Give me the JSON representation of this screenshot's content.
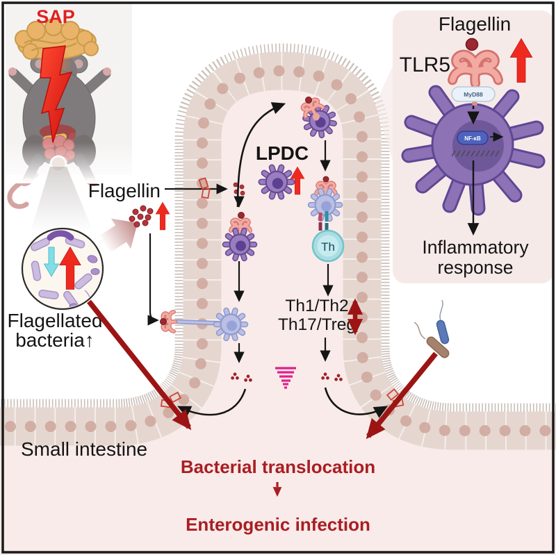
{
  "figure": {
    "type": "scientific-pathway-diagram",
    "topic": "SAP-driven flagellin/TLR5 signaling in small intestine leading to bacterial translocation"
  },
  "labels": {
    "sap": "SAP",
    "flagellin": "Flagellin",
    "flagellated_line1": "Flagellated",
    "flagellated_line2": "bacteria↑",
    "lpdc": "LPDC",
    "th_cell": "Th",
    "th1_th2": "Th1/Th2",
    "th17_treg": "Th17/Treg",
    "small_intestine": "Small intestine",
    "bacterial_translocation": "Bacterial translocation",
    "enterogenic_infection": "Enterogenic infection"
  },
  "panel": {
    "flagellin": "Flagellin",
    "tlr5": "TLR5",
    "myd88": "MyD88",
    "nfkb": "NF-κB",
    "inflammatory_line1": "Inflammatory",
    "inflammatory_line2": "response"
  },
  "icons": {
    "up_arrow": "red increase arrow",
    "down_arrow": "cyan decrease arrow",
    "double_arrow": "dark-red imbalance double arrow",
    "tlr5_receptor": "pink claw receptor with dark-red flagellin ball",
    "tight_junction": "open red squares (disrupted junction)",
    "lightning_bolt": "red bolt (pancreatitis insult)"
  },
  "colors": {
    "dark_red_text": "#a81e23",
    "bright_red": "#ee2a1e",
    "magenta": "#e0218a",
    "purple_dc": "#9a7cc0",
    "periwinkle_dc": "#b9c0e4",
    "th_cyan": "#aadde3",
    "epithelium": "#e5d7d0",
    "lamina_pink": "#f9ebe9",
    "panel_pink": "#f6eae9"
  }
}
